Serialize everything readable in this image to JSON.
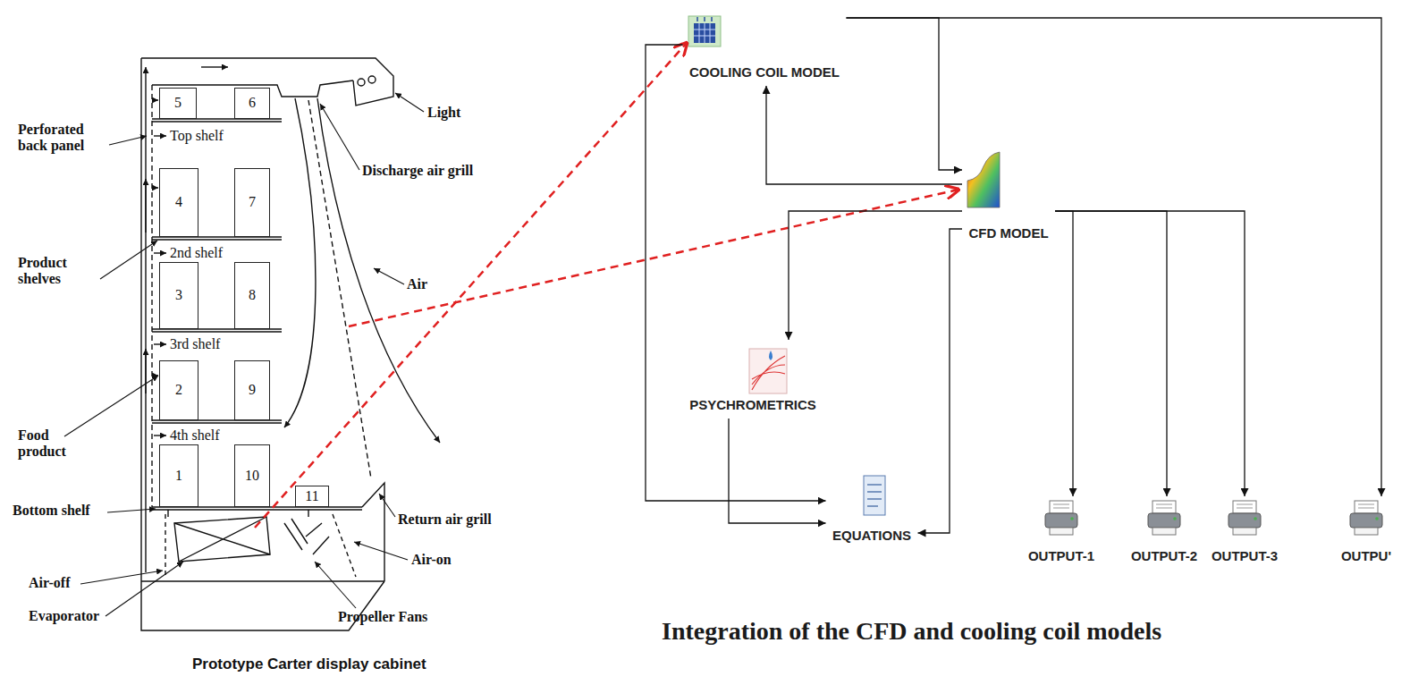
{
  "diagram": {
    "caption": "Integration of the CFD and cooling coil models",
    "nodes": [
      {
        "text": [
          "5"
        ]
      },
      {
        "text": [
          "6"
        ]
      },
      {
        "text": [
          "4"
        ]
      },
      {
        "text": [
          "7"
        ]
      },
      {
        "text": [
          "3"
        ]
      },
      {
        "text": [
          "8"
        ]
      },
      {
        "text": [
          "2"
        ]
      },
      {
        "text": [
          "9"
        ]
      },
      {
        "text": [
          "1"
        ]
      },
      {
        "text": [
          "10"
        ]
      },
      {
        "text": [
          "11"
        ]
      },
      {
        "text": [
          "COOLING COIL MODEL"
        ]
      },
      {
        "text": [
          "CFD MODEL"
        ]
      },
      {
        "text": [
          "PSYCHROMETRICS"
        ]
      },
      {
        "text": [
          "EQUATIONS"
        ]
      },
      {
        "text": [
          "OUTPUT-1"
        ]
      },
      {
        "text": [
          "OUTPUT-2"
        ]
      },
      {
        "text": [
          "OUTPUT-3"
        ]
      },
      {
        "text": [
          "OUTPU'"
        ]
      }
    ],
    "edges": [
      {
        "from": 11,
        "to": 12,
        "arrow": "to"
      },
      {
        "from": 12,
        "to": 11,
        "arrow": "to"
      },
      {
        "from": 11,
        "to": 18,
        "arrow": "to"
      },
      {
        "from": 12,
        "to": 13,
        "arrow": "to"
      },
      {
        "from": 12,
        "to": 14,
        "arrow": "to"
      },
      {
        "from": 11,
        "to": 14,
        "arrow": "to"
      },
      {
        "from": 13,
        "to": 14,
        "arrow": "to"
      },
      {
        "from": 12,
        "to": 15,
        "arrow": "to"
      },
      {
        "from": 12,
        "to": 16,
        "arrow": "to"
      },
      {
        "from": 12,
        "to": 17,
        "arrow": "to"
      }
    ],
    "labels": [
      "Perforated back panel",
      "Top shelf",
      "Light",
      "Discharge air grill",
      "2nd shelf",
      "Product shelves",
      "Air",
      "3rd shelf",
      "4th shelf",
      "Food product",
      "Bottom shelf",
      "Return air grill",
      "Air-off",
      "Air-on",
      "Evaporator",
      "Propeller Fans",
      "Prototype Carter display cabinet"
    ]
  }
}
